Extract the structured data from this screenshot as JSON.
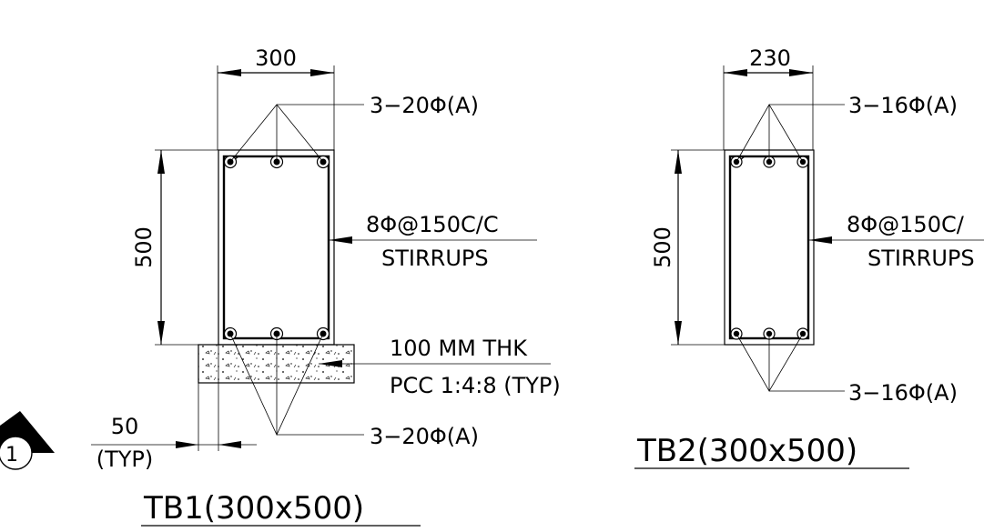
{
  "tb1": {
    "width_dim": "300",
    "depth_dim": "500",
    "top_bars": "3−20Φ(A)",
    "bottom_bars": "3−20Φ(A)",
    "stirrups_line1": "8Φ@150C/C",
    "stirrups_line2": "STIRRUPS",
    "pcc_line1": "100  MM  THK",
    "pcc_line2": "PCC  1:4:8  (TYP)",
    "offset_dim": "50",
    "offset_note": "(TYP)",
    "title": "TB1(300x500)"
  },
  "tb2": {
    "width_dim": "230",
    "depth_dim": "500",
    "top_bars": "3−16Φ(A)",
    "bottom_bars": "3−16Φ(A)",
    "stirrups_line1": "8Φ@150C/",
    "stirrups_line2": "STIRRUPS",
    "title": "TB2(300x500)"
  },
  "section_marker": {
    "number": "1"
  }
}
